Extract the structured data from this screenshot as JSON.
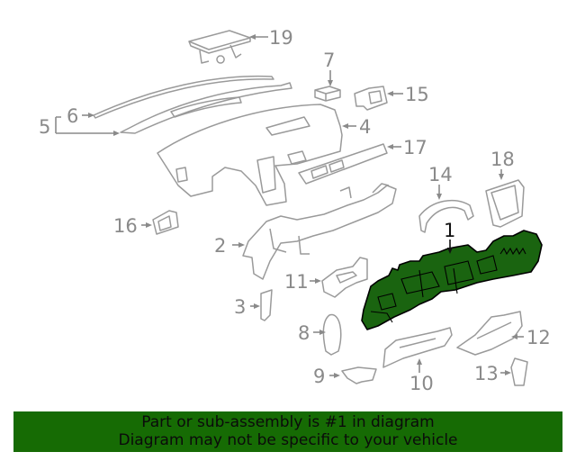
{
  "diagram": {
    "title": "Instrument panel exploded view",
    "highlight_color": "#1a6410",
    "label_color": "#8a8a8a",
    "callouts": [
      {
        "id": "1",
        "label": "1",
        "part": "instrument-panel-carrier",
        "highlighted": true
      },
      {
        "id": "2",
        "label": "2",
        "part": "left-bracket"
      },
      {
        "id": "3",
        "label": "3",
        "part": "left-end-cap"
      },
      {
        "id": "4",
        "label": "4",
        "part": "instrument-panel-pad"
      },
      {
        "id": "5",
        "label": "5",
        "part": "defroster-assembly"
      },
      {
        "id": "6",
        "label": "6",
        "part": "defroster-grille-strip"
      },
      {
        "id": "7",
        "label": "7",
        "part": "sensor-cover"
      },
      {
        "id": "8",
        "label": "8",
        "part": "right-end-cover"
      },
      {
        "id": "9",
        "label": "9",
        "part": "lower-trim-cover"
      },
      {
        "id": "10",
        "label": "10",
        "part": "knee-bolster"
      },
      {
        "id": "11",
        "label": "11",
        "part": "steering-column-bracket"
      },
      {
        "id": "12",
        "label": "12",
        "part": "right-lower-panel"
      },
      {
        "id": "13",
        "label": "13",
        "part": "right-side-cap"
      },
      {
        "id": "14",
        "label": "14",
        "part": "cluster-hood"
      },
      {
        "id": "15",
        "label": "15",
        "part": "right-vent-bezel"
      },
      {
        "id": "16",
        "label": "16",
        "part": "left-vent-bezel"
      },
      {
        "id": "17",
        "label": "17",
        "part": "center-trim-plate"
      },
      {
        "id": "18",
        "label": "18",
        "part": "display-bezel"
      },
      {
        "id": "19",
        "label": "19",
        "part": "glove-box-lid"
      }
    ]
  },
  "caption": {
    "line1": "Part or sub-assembly is #1 in diagram",
    "line2": "Diagram may not be specific to your vehicle",
    "background": "#166b04"
  }
}
